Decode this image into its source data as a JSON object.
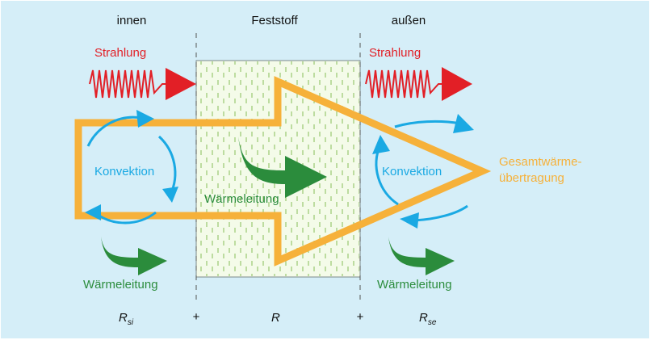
{
  "columns": {
    "inner": "innen",
    "solid": "Feststoff",
    "outer": "außen"
  },
  "radiation": {
    "inner": "Strahlung",
    "outer": "Strahlung"
  },
  "convection": {
    "inner": "Konvektion",
    "outer": "Konvektion"
  },
  "conduction": {
    "inner": "Wärmeleitung",
    "solid": "Wärmeleitung",
    "outer": "Wärmeleitung"
  },
  "total": {
    "line1": "Gesamtwärme-",
    "line2": "übertragung"
  },
  "resistances": {
    "r_si": "R",
    "r_si_sub": "si",
    "plus1": "+",
    "r": "R",
    "plus2": "+",
    "r_se": "R",
    "r_se_sub": "se"
  },
  "colors": {
    "background": "#d5eef8",
    "radiation": "#e21f26",
    "convection": "#1aa9e3",
    "conduction": "#2b8c3c",
    "total": "#f6b13a",
    "solid_fill": "#f4fbe9"
  }
}
